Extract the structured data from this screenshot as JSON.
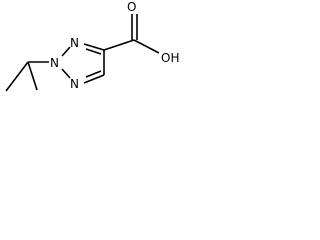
{
  "molecule": {
    "atom_labels": {
      "n2": "N",
      "n1": "N",
      "n3": "N",
      "carboxyl_o": "O",
      "hydroxyl": "OH"
    }
  },
  "colors": {
    "bond": "#000000",
    "text": "#000000",
    "background": "#ffffff"
  }
}
